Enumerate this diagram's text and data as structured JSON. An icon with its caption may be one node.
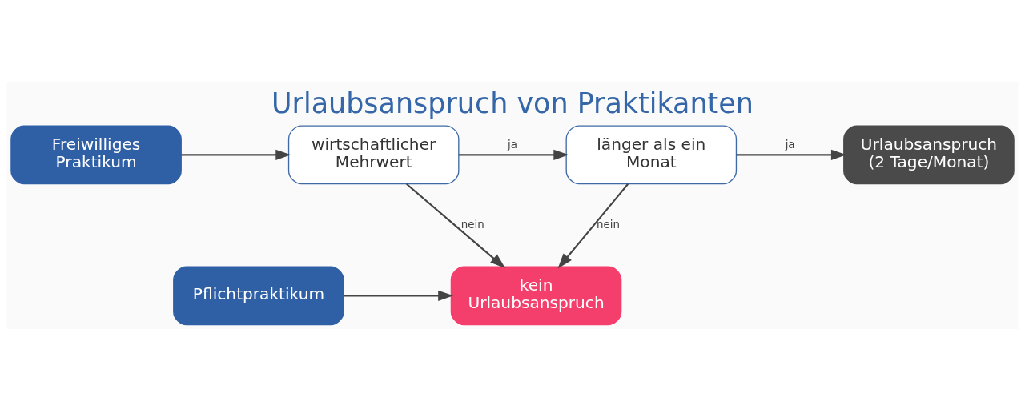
{
  "diagram": {
    "title": "Urlaubsanspruch von Praktikanten",
    "nodes": [
      {
        "text": [
          "Freiwilliges Praktikum"
        ]
      },
      {
        "text": [
          "wirtschaftlicher Mehrwert"
        ]
      },
      {
        "text": [
          "länger als ein Monat"
        ]
      },
      {
        "text": [
          "Urlaubsanspruch (2 Tage/Monat)"
        ]
      },
      {
        "text": [
          "Pflichtpraktikum"
        ]
      },
      {
        "text": [
          "kein Urlaubsanspruch"
        ]
      }
    ],
    "edges": [
      {
        "from": 0,
        "to": 1,
        "arrow": "to"
      },
      {
        "from": 1,
        "to": 2,
        "arrow": "to",
        "label": "ja"
      },
      {
        "from": 2,
        "to": 3,
        "arrow": "to",
        "label": "ja"
      },
      {
        "from": 1,
        "to": 5,
        "arrow": "to",
        "label": "nein"
      },
      {
        "from": 2,
        "to": 5,
        "arrow": "to",
        "label": "nein"
      },
      {
        "from": 4,
        "to": 5,
        "arrow": "to"
      }
    ]
  }
}
